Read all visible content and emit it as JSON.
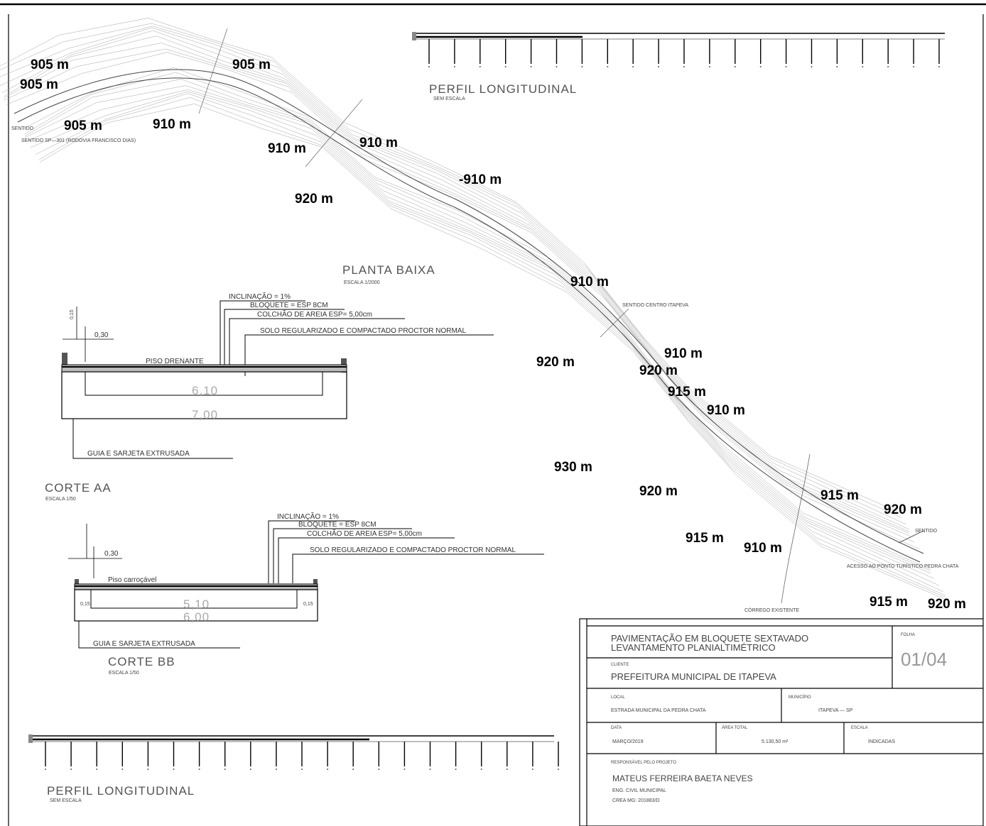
{
  "elevations": [
    "905 m",
    "905 m",
    "905 m",
    "905 m",
    "910 m",
    "910 m",
    "910 m",
    "-910 m",
    "920 m",
    "910 m",
    "920 m",
    "910 m",
    "920 m",
    "915 m",
    "910 m",
    "930 m",
    "920 m",
    "915 m",
    "910 m",
    "915 m",
    "920 m",
    "915 m",
    "920 m"
  ],
  "titles": {
    "perfil_top": "PERFIL LONGITUDINAL",
    "perfil_top_scale": "SEM ESCALA",
    "planta": "PLANTA BAIXA",
    "planta_scale": "ESCALA 1/2000",
    "corte_aa": "CORTE AA",
    "corte_aa_scale": "ESCALA 1/50",
    "corte_bb": "CORTE BB",
    "corte_bb_scale": "ESCALA 1/50",
    "perfil_bottom": "PERFIL LONGITUDINAL",
    "perfil_bottom_scale": "SEM ESCALA"
  },
  "map_notes": {
    "sentido_left": "SENTIDO SP—301 (RODOVIA FRANCISCO DIAS)",
    "sentido_left_head": "SENTIDO",
    "sentido_center": "SENTIDO CENTRO ITAPEVA",
    "sentido_right": "ACESSO AO PONTO TURÍSTICO PEDRA CHATA",
    "sentido_right_head": "SENTIDO",
    "corrego": "CÓRREGO EXISTENTE"
  },
  "corte_aa": {
    "inclinacao": "INCLINAÇÃO = 1%",
    "bloquete": "BLOQUETE = ESP 8CM",
    "colchao": "COLCHÃO DE AREIA ESP= 5,00cm",
    "solo": "SOLO REGULARIZADO E COMPACTADO PROCTOR NORMAL",
    "piso": "PISO DRENANTE",
    "dim_inner": "6,10",
    "dim_outer": "7,00",
    "dim_030": "0,30",
    "dim_015": "0,15",
    "guia": "GUIA E SARJETA EXTRUSADA"
  },
  "corte_bb": {
    "inclinacao": "INCLINAÇÃO = 1%",
    "bloquete": "BLOQUETE = ESP 8CM",
    "colchao": "COLCHÃO DE AREIA ESP= 5,00cm",
    "solo": "SOLO REGULARIZADO E COMPACTADO PROCTOR NORMAL",
    "piso": "Piso carroçável",
    "dim_inner": "5,10",
    "dim_outer": "6,00",
    "dim_030": "0,30",
    "dim_015a": "0,15",
    "dim_015b": "0,15",
    "guia": "GUIA E SARJETA EXTRUSADA"
  },
  "title_block": {
    "project_line1": "PAVIMENTAÇÃO EM BLOQUETE SEXTAVADO",
    "project_line2": "LEVANTAMENTO PLANIALTIMÉTRICO",
    "folha_label": "FOLHA",
    "folha": "01/04",
    "cliente_label": "CLIENTE",
    "cliente": "PREFEITURA MUNICIPAL DE ITAPEVA",
    "local_label": "LOCAL",
    "local": "ESTRADA MUNICIPAL DA PEDRA CHATA",
    "municipio_label": "MUNICÍPIO",
    "municipio": "ITAPEVA — SP",
    "data_label": "DATA",
    "data": "MARÇO/2019",
    "area_label": "ÁREA TOTAL",
    "area": "5.130,50 m²",
    "escala_label": "ESCALA",
    "escala": "INDICADAS",
    "resp_label": "RESPONSÁVEL PELO PROJETO",
    "resp_name": "MATEUS FERREIRA BAETA NEVES",
    "resp_title": "ENG. CIVIL MUNICIPAL",
    "resp_crea": "CREA MG: 201883/D"
  }
}
